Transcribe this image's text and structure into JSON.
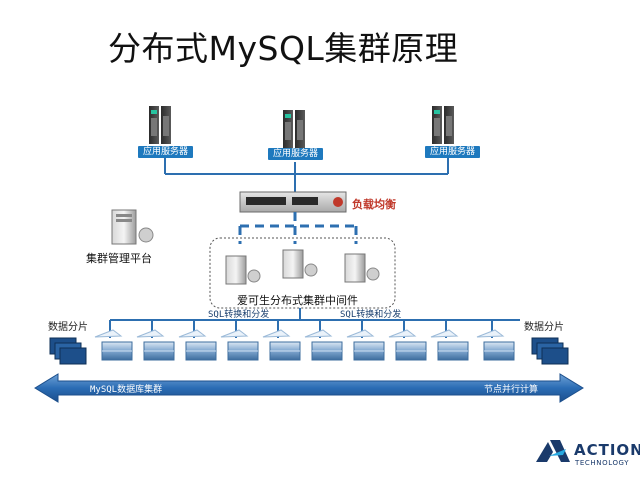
{
  "title": "分布式MySQL集群原理",
  "app_servers": [
    {
      "label": "应用服务器"
    },
    {
      "label": "应用服务器"
    },
    {
      "label": "应用服务器"
    }
  ],
  "load_balancer": {
    "label": "负载均衡"
  },
  "management": {
    "label": "集群管理平台"
  },
  "middleware": {
    "label": "爱可生分布式集群中间件"
  },
  "routing": {
    "left": "SQL转换和分发",
    "right": "SQL转换和分发"
  },
  "shards": {
    "left": "数据分片",
    "right": "数据分片"
  },
  "cluster_arrow": {
    "left": "MySQL数据库集群",
    "right": "节点并行计算"
  },
  "logo": {
    "name": "ACTION",
    "sub": "TECHNOLOGY"
  },
  "colors": {
    "accent": "#1e79be",
    "line": "#2d6fb0",
    "lb_red": "#c0392b",
    "arrow": "#2b6cb4",
    "logo_dark": "#1a3a6b"
  }
}
